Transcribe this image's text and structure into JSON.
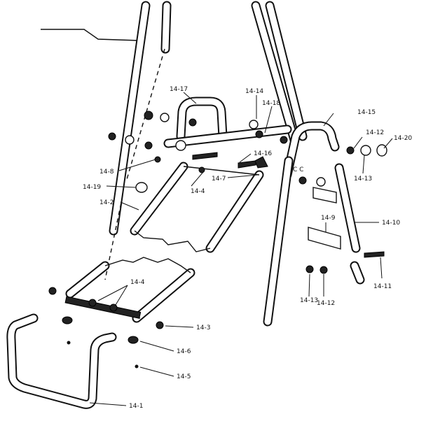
{
  "labels": {
    "l14_17": "14-17",
    "l14_14": "14-14",
    "l14_18": "14-18",
    "l14_15": "14-15",
    "l14_12a": "14-12",
    "l14_20": "14-20",
    "l14_16": "14-16",
    "l14_13a": "14-13",
    "l14_8": "14-8",
    "l14_7": "14-7",
    "l14_19": "14-19",
    "l14_4a": "14-4",
    "l14_2": "14-2",
    "l14_9": "14-9",
    "l14_10": "14-10",
    "l14_4b": "14-4",
    "l14_11": "14-11",
    "l14_13b": "14-13",
    "l14_12b": "14-12",
    "l14_3": "14-3",
    "l14_6": "14-6",
    "l14_5": "14-5",
    "l14_1": "14-1",
    "cc": "C C"
  }
}
